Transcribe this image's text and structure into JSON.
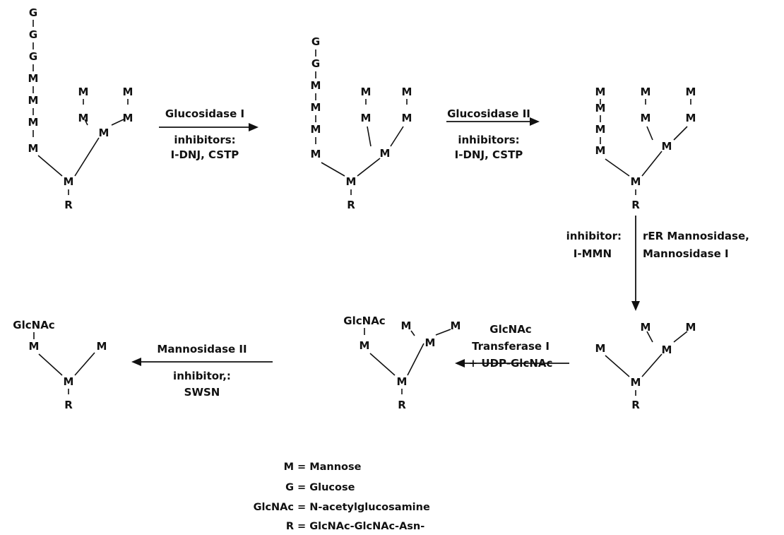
{
  "symbols": {
    "mannose": "M",
    "glucose": "G",
    "glcnac": "GlcNAc",
    "root": "R"
  },
  "steps": {
    "s1": {
      "enzyme": "Glucosidase I",
      "inhibitor_label": "inhibitors:",
      "inhibitor": "I-DNJ, CSTP"
    },
    "s2": {
      "enzyme": "Glucosidase II",
      "inhibitor_label": "inhibitors:",
      "inhibitor": "I-DNJ, CSTP"
    },
    "s3": {
      "inhibitor_label": "inhibitor:",
      "inhibitor": "I-MMN",
      "enzyme_1": "rER Mannosidase,",
      "enzyme_2": "Mannosidase I"
    },
    "s4": {
      "line_1": "GlcNAc",
      "line_2": "Transferase I",
      "line_3": "+ UDP-GlcNAc"
    },
    "s5": {
      "enzyme": "Mannosidase II",
      "inhibitor_label": "inhibitor,:",
      "inhibitor": "SWSN"
    }
  },
  "legend": [
    {
      "symbol": "M",
      "meaning": "= Mannose"
    },
    {
      "symbol": "G",
      "meaning": "= Glucose"
    },
    {
      "symbol": "GlcNAc",
      "meaning": "= N-acetylglucosamine"
    },
    {
      "symbol": "R",
      "meaning": "= GlcNAc-GlcNAc-Asn-"
    }
  ]
}
